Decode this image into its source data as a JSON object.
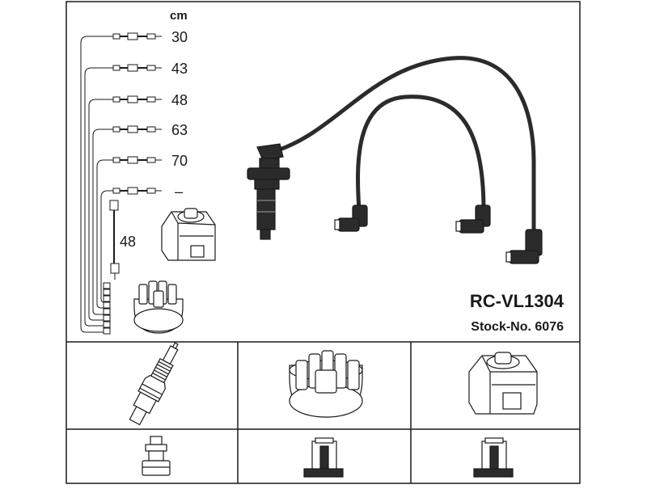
{
  "header": {
    "unit_label": "cm"
  },
  "lengths": {
    "items": [
      "30",
      "43",
      "48",
      "63",
      "70",
      "–"
    ],
    "coil_lead": "48"
  },
  "product": {
    "part_number": "RC-VL1304",
    "stock_number": "Stock-No. 6076"
  },
  "colors": {
    "line": "#1a1a1a",
    "cable": "#2b2b2b",
    "fill_light": "#ffffff"
  },
  "icons": {
    "spark_plug": "spark-plug-icon",
    "distributor_cap": "distributor-cap-icon",
    "ignition_coil": "ignition-coil-icon",
    "plug_connector": "straight-plug-connector-icon",
    "distributor_connector": "angled-distributor-connector-icon",
    "coil_connector": "angled-coil-connector-icon"
  }
}
